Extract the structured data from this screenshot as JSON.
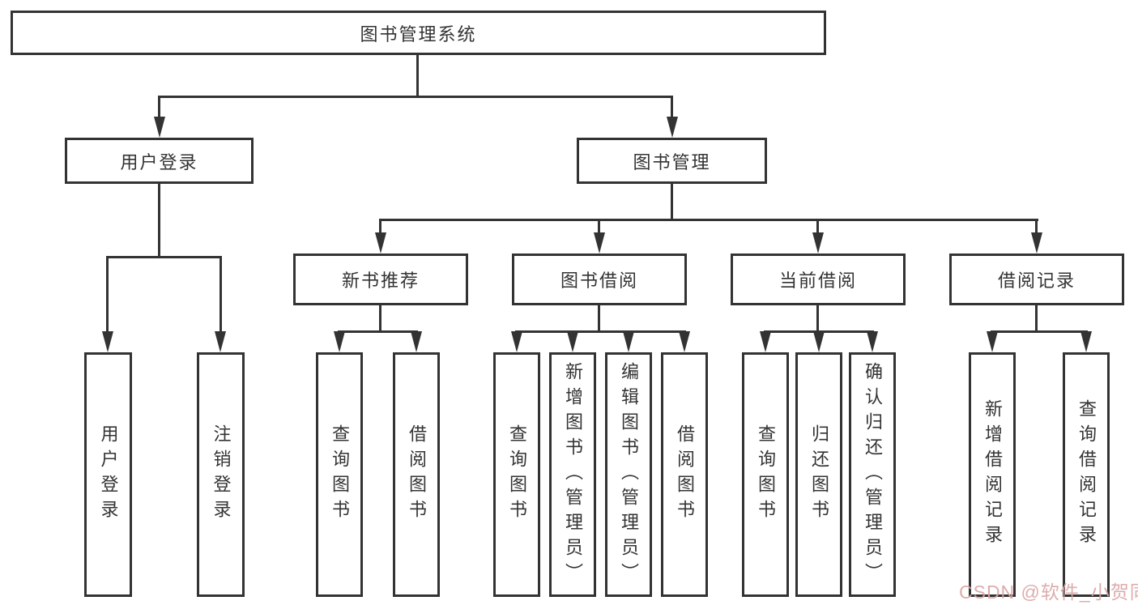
{
  "tree": {
    "root": {
      "label": "图书管理系统"
    },
    "branches": [
      {
        "label": "用户登录",
        "leaves": [
          "用户登录",
          "注销登录"
        ]
      },
      {
        "label": "图书管理",
        "groups": [
          {
            "label": "新书推荐",
            "leaves": [
              "查询图书",
              "借阅图书"
            ]
          },
          {
            "label": "图书借阅",
            "leaves": [
              "查询图书",
              "新增图书（管理员）",
              "编辑图书（管理员）",
              "借阅图书"
            ]
          },
          {
            "label": "当前借阅",
            "leaves": [
              "查询图书",
              "归还图书",
              "确认归还（管理员）"
            ]
          },
          {
            "label": "借阅记录",
            "leaves": [
              "新增借阅记录",
              "查询借阅记录"
            ]
          }
        ]
      }
    ]
  },
  "watermark": {
    "text": "CSDN @软件_小贺同学",
    "color": "#dba6a6"
  },
  "colors": {
    "line": "#333333",
    "box_background": "#ffffff",
    "text": "#333333"
  }
}
